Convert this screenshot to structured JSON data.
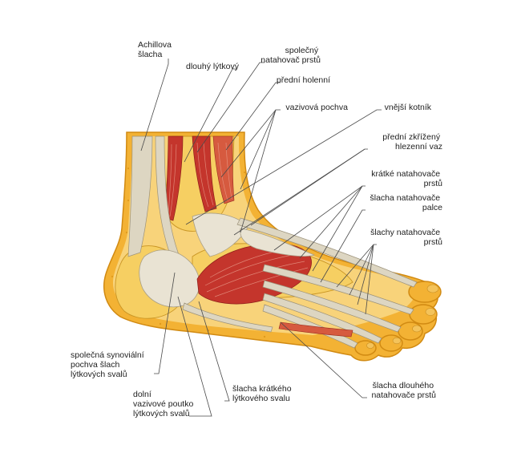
{
  "labels": {
    "achillova": [
      "Achillova",
      "šlacha"
    ],
    "dlouhy_lytkovy": [
      "dlouhý lýtkový"
    ],
    "spolecny_natahovac": [
      "společný",
      "natahovač prstů"
    ],
    "predni_holenni": [
      "přední holenní"
    ],
    "vazivova_pochva": [
      "vazivová pochva"
    ],
    "vnejsi_kotnik": [
      "vnější kotník"
    ],
    "predni_zkrizeny": [
      "přední zkřížený",
      "hlezenní vaz"
    ],
    "kratke_natahovace": [
      "krátké natahovače",
      "prstů"
    ],
    "slacha_natahovace_palce": [
      "šlacha natahovače",
      "palce"
    ],
    "slachy_natahovace_prstu": [
      "šlachy natahovače",
      "prstů"
    ],
    "synovialni_pochva": [
      "společná synoviální",
      "pochva šlach",
      "lýtkových svalů"
    ],
    "dolni_poutko": [
      "dolní",
      "vazivové poutko",
      "lýtkových svalů"
    ],
    "slacha_kratkeho": [
      "šlacha krátkého",
      "lýtkového svalu"
    ],
    "slacha_dlouheho": [
      "šlacha dlouhého",
      "natahovače prstů"
    ]
  },
  "colors": {
    "skin": "#f3b234",
    "muscle": "#c4352c",
    "tendon": "#ddd6c2",
    "bone": "#f6cf62",
    "leader": "#4a4a4a"
  }
}
